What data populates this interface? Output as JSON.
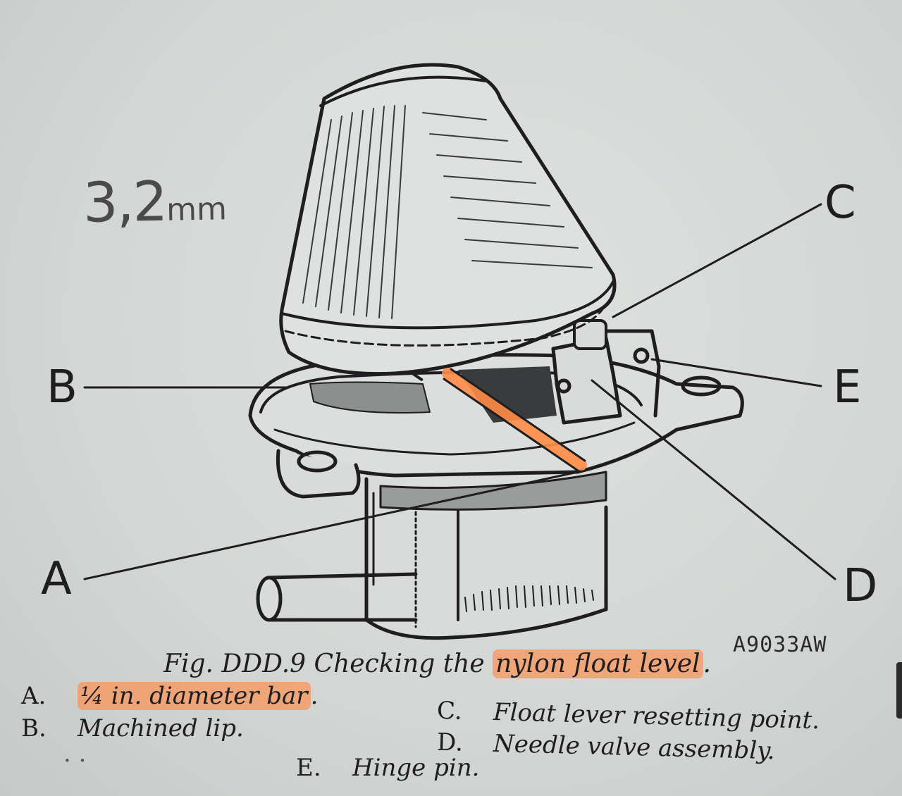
{
  "handwritten_note": {
    "number": "3,2",
    "unit": "mm"
  },
  "callouts": {
    "a": "A",
    "b": "B",
    "c": "C",
    "d": "D",
    "e": "E"
  },
  "figure_code": "A9033AW",
  "caption": {
    "prefix": "Fig. DDD.9   Checking the",
    "highlighted": "nylon float level",
    "suffix": "."
  },
  "legend": [
    {
      "key": "A.",
      "text_highlighted": "¼ in. diameter bar",
      "text_after": "."
    },
    {
      "key": "B.",
      "text": "Machined lip."
    },
    {
      "key": "C.",
      "text": "Float lever resetting point."
    },
    {
      "key": "D.",
      "text": "Needle valve assembly."
    },
    {
      "key": "E.",
      "text": "Hinge pin."
    }
  ],
  "colors": {
    "paper": "#d4d6d5",
    "ink": "#1e1e20",
    "highlight": "#ff8c46"
  }
}
